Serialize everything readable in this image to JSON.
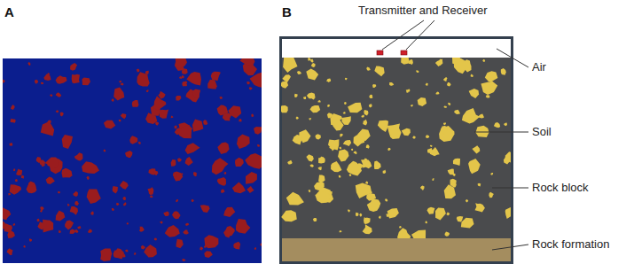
{
  "diagram": {
    "labels": [
      "A",
      "B",
      "Transmitter and Receiver",
      "Air",
      "Soil",
      "Rock block",
      "Rock formation"
    ]
  }
}
